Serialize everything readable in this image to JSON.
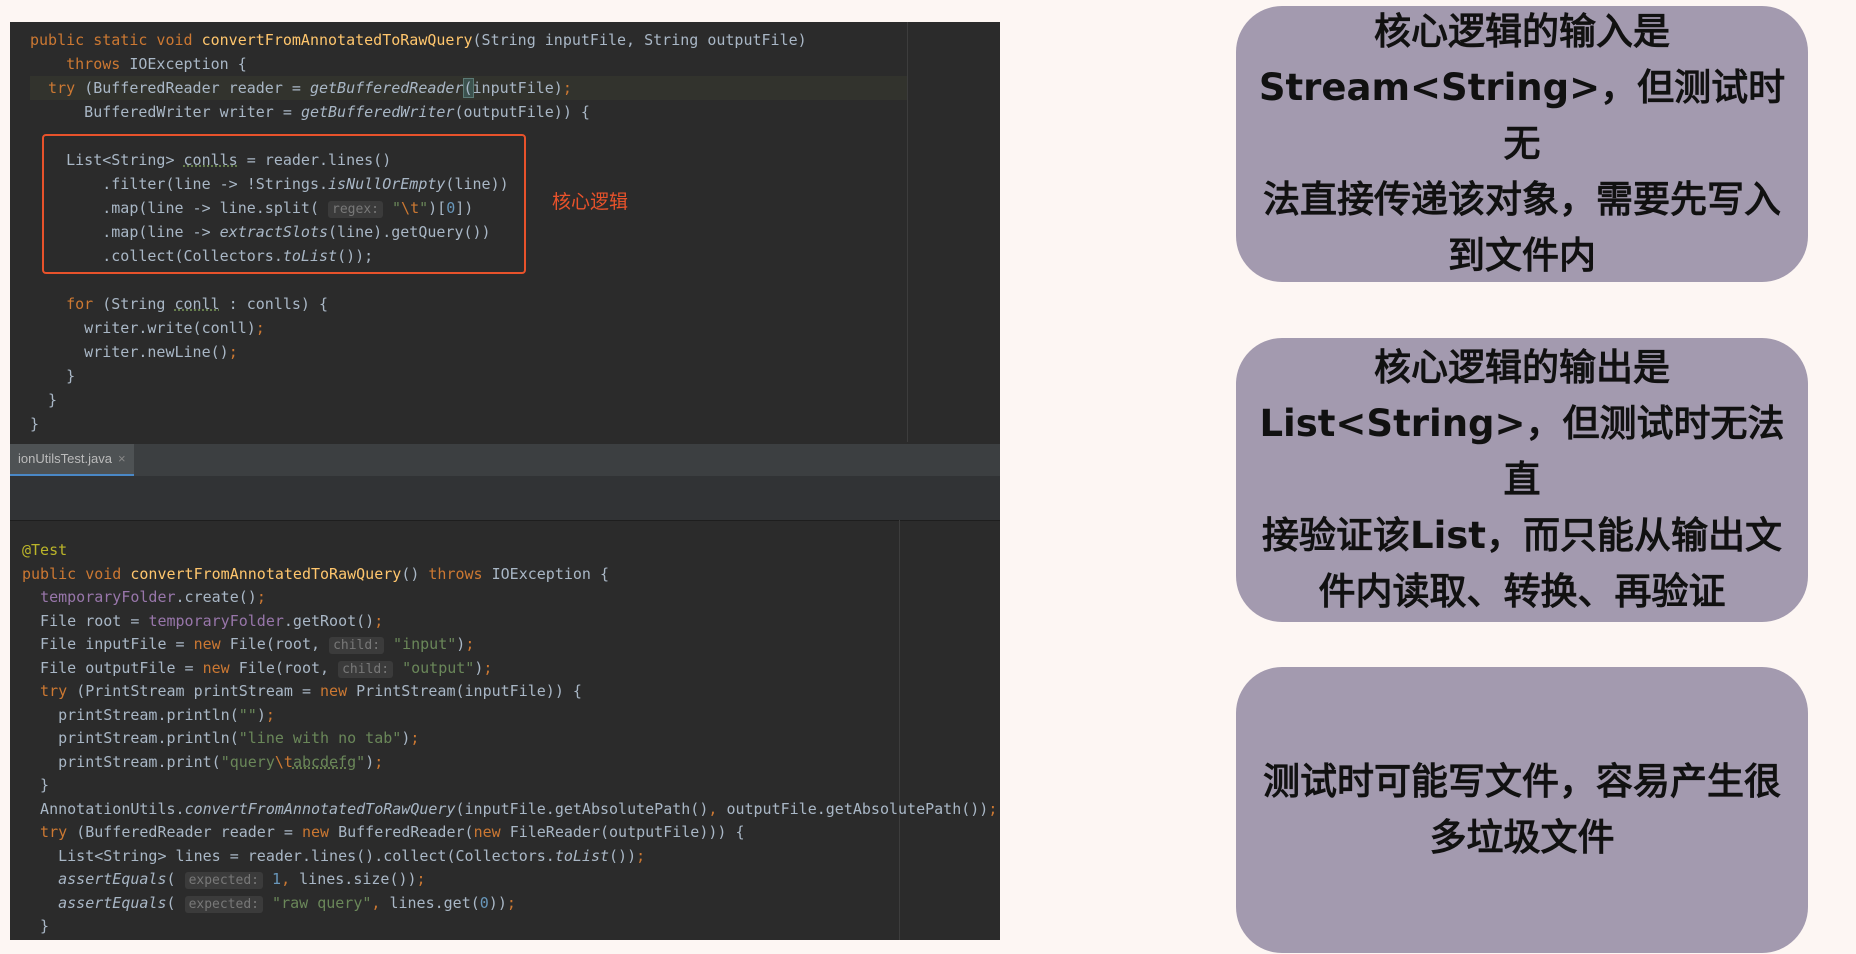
{
  "top_code": [
    [
      [
        "public static void ",
        "kw"
      ],
      [
        "convertFromAnnotatedToRawQuery",
        "fn"
      ],
      [
        "(String inputFile, ",
        ""
      ],
      [
        "String outputFile)",
        ""
      ]
    ],
    [
      [
        "    throws ",
        "kw"
      ],
      [
        "IOException {",
        ""
      ]
    ],
    [
      [
        "  try ",
        "kw"
      ],
      [
        "(BufferedReader reader = ",
        ""
      ],
      [
        "getBufferedReader",
        "it"
      ],
      [
        "(",
        "bracket"
      ],
      [
        "inputFile)",
        ""
      ],
      [
        ";",
        "kw"
      ]
    ],
    [
      [
        "      BufferedWriter writer = ",
        ""
      ],
      [
        "getBufferedWriter",
        "it"
      ],
      [
        "(outputFile)) {",
        ""
      ]
    ],
    [],
    [
      [
        "    List<String> ",
        ""
      ],
      [
        "conlls",
        "uline"
      ],
      [
        " = reader.lines()",
        ""
      ]
    ],
    [
      [
        "        .filter(line -> !Strings.",
        ""
      ],
      [
        "isNullOrEmpty",
        "it"
      ],
      [
        "(line))",
        ""
      ]
    ],
    [
      [
        "        .map(line -> line.split( ",
        ""
      ],
      [
        "regex:",
        "hint"
      ],
      [
        " \"",
        "str"
      ],
      [
        "\\t",
        "kw"
      ],
      [
        "\"",
        "str"
      ],
      [
        ")[",
        ""
      ],
      [
        "0",
        "num"
      ],
      [
        "])",
        ""
      ]
    ],
    [
      [
        "        .map(line -> ",
        ""
      ],
      [
        "extractSlots",
        "it"
      ],
      [
        "(line).getQuery())",
        ""
      ]
    ],
    [
      [
        "        .collect(Collectors.",
        ""
      ],
      [
        "toList",
        "it"
      ],
      [
        "());",
        ""
      ]
    ],
    [],
    [
      [
        "    for ",
        "kw"
      ],
      [
        "(String ",
        ""
      ],
      [
        "conll",
        "uline"
      ],
      [
        " : conlls) {",
        ""
      ]
    ],
    [
      [
        "      writer.write(conll)",
        ""
      ],
      [
        ";",
        "kw"
      ]
    ],
    [
      [
        "      writer.newLine()",
        ""
      ],
      [
        ";",
        "kw"
      ]
    ],
    [
      [
        "    }",
        ""
      ]
    ],
    [
      [
        "  }",
        ""
      ]
    ],
    [
      [
        "}",
        ""
      ]
    ]
  ],
  "core_label": "核心逻辑",
  "tab": {
    "label": "ionUtilsTest.java",
    "close": "×"
  },
  "bottom_code": [
    [
      [
        "@Test",
        "ann"
      ]
    ],
    [
      [
        "public void ",
        "kw"
      ],
      [
        "convertFromAnnotatedToRawQuery",
        "fn"
      ],
      [
        "() ",
        ""
      ],
      [
        "throws ",
        "kw"
      ],
      [
        "IOException {",
        ""
      ]
    ],
    [
      [
        "  ",
        ""
      ],
      [
        "temporaryFolder",
        "fld"
      ],
      [
        ".create()",
        ""
      ],
      [
        ";",
        "kw"
      ]
    ],
    [
      [
        "  File root = ",
        ""
      ],
      [
        "temporaryFolder",
        "fld"
      ],
      [
        ".getRoot()",
        ""
      ],
      [
        ";",
        "kw"
      ]
    ],
    [
      [
        "  File inputFile = ",
        ""
      ],
      [
        "new ",
        "kw"
      ],
      [
        "File(root, ",
        ""
      ],
      [
        "child:",
        "hint"
      ],
      [
        " \"input\"",
        "str"
      ],
      [
        ")",
        ""
      ],
      [
        ";",
        "kw"
      ]
    ],
    [
      [
        "  File outputFile = ",
        ""
      ],
      [
        "new ",
        "kw"
      ],
      [
        "File(root, ",
        ""
      ],
      [
        "child:",
        "hint"
      ],
      [
        " \"output\"",
        "str"
      ],
      [
        ")",
        ""
      ],
      [
        ";",
        "kw"
      ]
    ],
    [
      [
        "  try ",
        "kw"
      ],
      [
        "(PrintStream printStream = ",
        ""
      ],
      [
        "new ",
        "kw"
      ],
      [
        "PrintStream(inputFile)) {",
        ""
      ]
    ],
    [
      [
        "    printStream.println(",
        ""
      ],
      [
        "\"\"",
        "str"
      ],
      [
        ")",
        ""
      ],
      [
        ";",
        "kw"
      ]
    ],
    [
      [
        "    printStream.println(",
        ""
      ],
      [
        "\"line with no tab\"",
        "str"
      ],
      [
        ")",
        ""
      ],
      [
        ";",
        "kw"
      ]
    ],
    [
      [
        "    printStream.print(",
        ""
      ],
      [
        "\"query",
        "str"
      ],
      [
        "\\t",
        "kw"
      ],
      [
        "abcdefg",
        "uline str"
      ],
      [
        "\"",
        "str"
      ],
      [
        ")",
        ""
      ],
      [
        ";",
        "kw"
      ]
    ],
    [
      [
        "  }",
        ""
      ]
    ],
    [
      [
        "  AnnotationUtils.",
        ""
      ],
      [
        "convertFromAnnotatedToRawQuery",
        "it"
      ],
      [
        "(inputFile.getAbsolutePath()",
        ""
      ],
      [
        ", ",
        "kw"
      ],
      [
        "outputFile.getAbsolutePath())",
        ""
      ],
      [
        ";",
        "kw"
      ]
    ],
    [
      [
        "  try ",
        "kw"
      ],
      [
        "(BufferedReader reader = ",
        ""
      ],
      [
        "new ",
        "kw"
      ],
      [
        "BufferedReader(",
        ""
      ],
      [
        "new ",
        "kw"
      ],
      [
        "FileReader(outputFile))) {",
        ""
      ]
    ],
    [
      [
        "    List<String> lines = reader.lines().collect(Collectors.",
        ""
      ],
      [
        "toList",
        "it"
      ],
      [
        "())",
        ""
      ],
      [
        ";",
        "kw"
      ]
    ],
    [
      [
        "    ",
        ""
      ],
      [
        "assertEquals",
        "it"
      ],
      [
        "( ",
        ""
      ],
      [
        "expected:",
        "hint"
      ],
      [
        " ",
        ""
      ],
      [
        "1",
        "num"
      ],
      [
        ", ",
        "kw"
      ],
      [
        "lines.size())",
        ""
      ],
      [
        ";",
        "kw"
      ]
    ],
    [
      [
        "    ",
        ""
      ],
      [
        "assertEquals",
        "it"
      ],
      [
        "( ",
        ""
      ],
      [
        "expected:",
        "hint"
      ],
      [
        " ",
        ""
      ],
      [
        "\"raw query\"",
        "str"
      ],
      [
        ", ",
        "kw"
      ],
      [
        "lines.get(",
        ""
      ],
      [
        "0",
        "num"
      ],
      [
        "))",
        ""
      ],
      [
        ";",
        "kw"
      ]
    ],
    [
      [
        "  }",
        ""
      ]
    ],
    [
      [
        "}",
        ""
      ]
    ]
  ],
  "cards": [
    {
      "lines": [
        "核心逻辑的输入是",
        "Stream<String>，但测试时无",
        "法直接传递该对象，需要先写入",
        "到文件内"
      ]
    },
    {
      "lines": [
        "核心逻辑的输出是",
        "List<String>，但测试时无法直",
        "接验证该List，而只能从输出文",
        "件内读取、转换、再验证"
      ]
    },
    {
      "lines": [
        "测试时可能写文件，容易产生很",
        "多垃圾文件"
      ]
    }
  ]
}
